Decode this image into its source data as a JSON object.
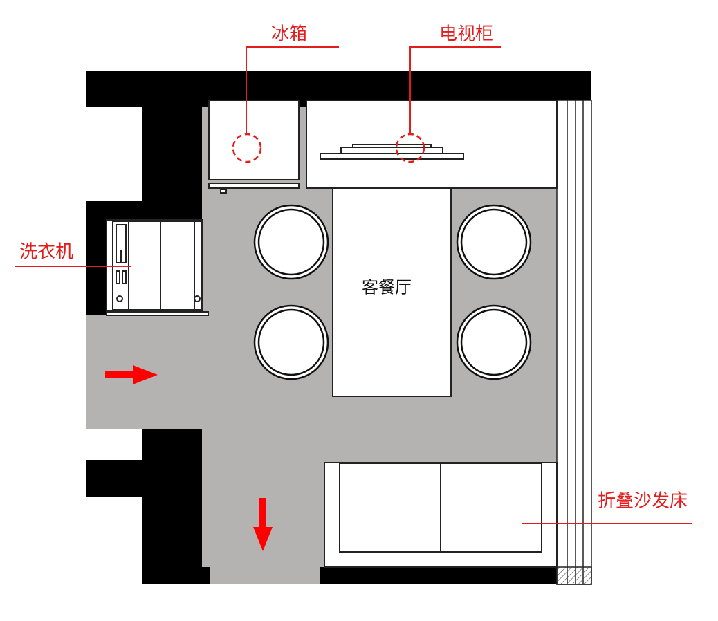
{
  "labels": {
    "fridge": "冰箱",
    "tv_cabinet": "电视柜",
    "washer": "洗衣机",
    "living_dining": "客餐厅",
    "sofa_bed": "折叠沙发床"
  },
  "colors": {
    "annotation": "#e31c1c",
    "wall": "#000000",
    "floor": "#b5b2b2",
    "furniture": "#ffffff"
  }
}
